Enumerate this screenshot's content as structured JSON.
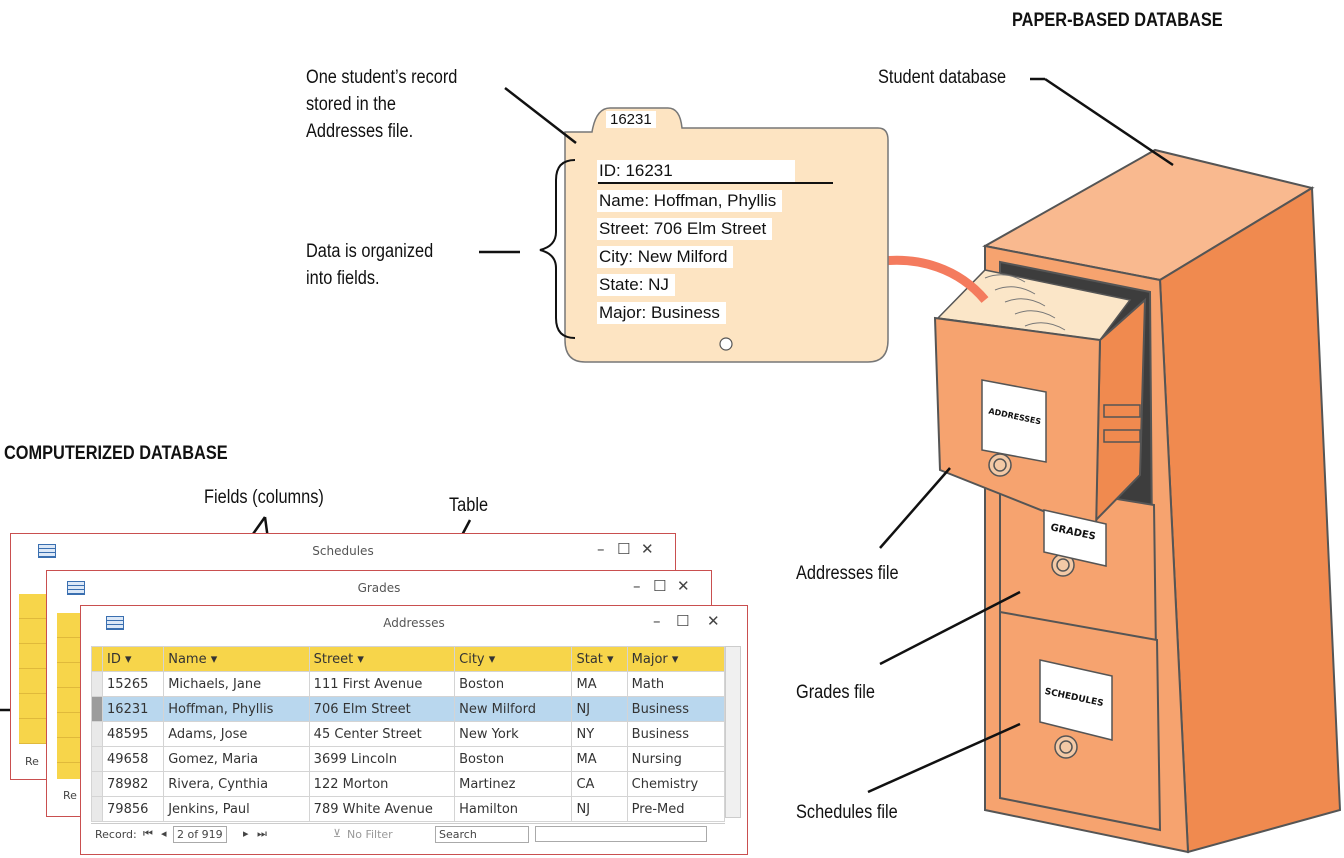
{
  "headings": {
    "paper": "PAPER-BASED DATABASE",
    "computer": "COMPUTERIZED DATABASE"
  },
  "labels": {
    "student_record": [
      "One student’s record",
      "stored in the",
      "Addresses file."
    ],
    "organized": [
      "Data is organized",
      "into fields."
    ],
    "student_database": "Student database",
    "fields_columns": "Fields (columns)",
    "table": "Table",
    "addresses_file": "Addresses file",
    "grades_file": "Grades file",
    "schedules_file": "Schedules file"
  },
  "card": {
    "tab": "16231",
    "id": "ID: 16231",
    "name": "Name: Hoffman, Phyllis",
    "street": "Street: 706 Elm Street",
    "city": "City: New Milford",
    "state": "State: NJ",
    "major": "Major: Business"
  },
  "drawers": {
    "addresses": "ADDRESSES",
    "grades": "GRADES",
    "schedules": "SCHEDULES"
  },
  "windows": {
    "schedules": {
      "title": "Schedules",
      "record_prefix": "Re"
    },
    "grades": {
      "title": "Grades",
      "record_prefix": "Re"
    },
    "addresses": {
      "title": "Addresses",
      "columns": [
        "ID",
        "Name",
        "Street",
        "City",
        "Stat",
        "Major"
      ],
      "rows": [
        [
          "15265",
          "Michaels, Jane",
          "111 First Avenue",
          "Boston",
          "MA",
          "Math"
        ],
        [
          "16231",
          "Hoffman, Phyllis",
          "706 Elm Street",
          "New Milford",
          "NJ",
          "Business"
        ],
        [
          "48595",
          "Adams, Jose",
          "45 Center Street",
          "New York",
          "NY",
          "Business"
        ],
        [
          "49658",
          "Gomez, Maria",
          "3699 Lincoln",
          "Boston",
          "MA",
          "Nursing"
        ],
        [
          "78982",
          "Rivera, Cynthia",
          "122 Morton",
          "Martinez",
          "CA",
          "Chemistry"
        ],
        [
          "79856",
          "Jenkins, Paul",
          "789 White Avenue",
          "Hamilton",
          "NJ",
          "Pre-Med"
        ]
      ],
      "selected_row": 1,
      "nav": {
        "record_label": "Record:",
        "position": "2 of 919",
        "filter": "No Filter",
        "search": "Search"
      }
    }
  },
  "colors": {
    "cabinet_front": "#f6a36f",
    "cabinet_side": "#f08a4f",
    "cabinet_top": "#f9b98f",
    "card": "#fde4c2",
    "header_yellow": "#f7d54a",
    "selected_row": "#b9d7ee",
    "window_border": "#c94f4f"
  }
}
